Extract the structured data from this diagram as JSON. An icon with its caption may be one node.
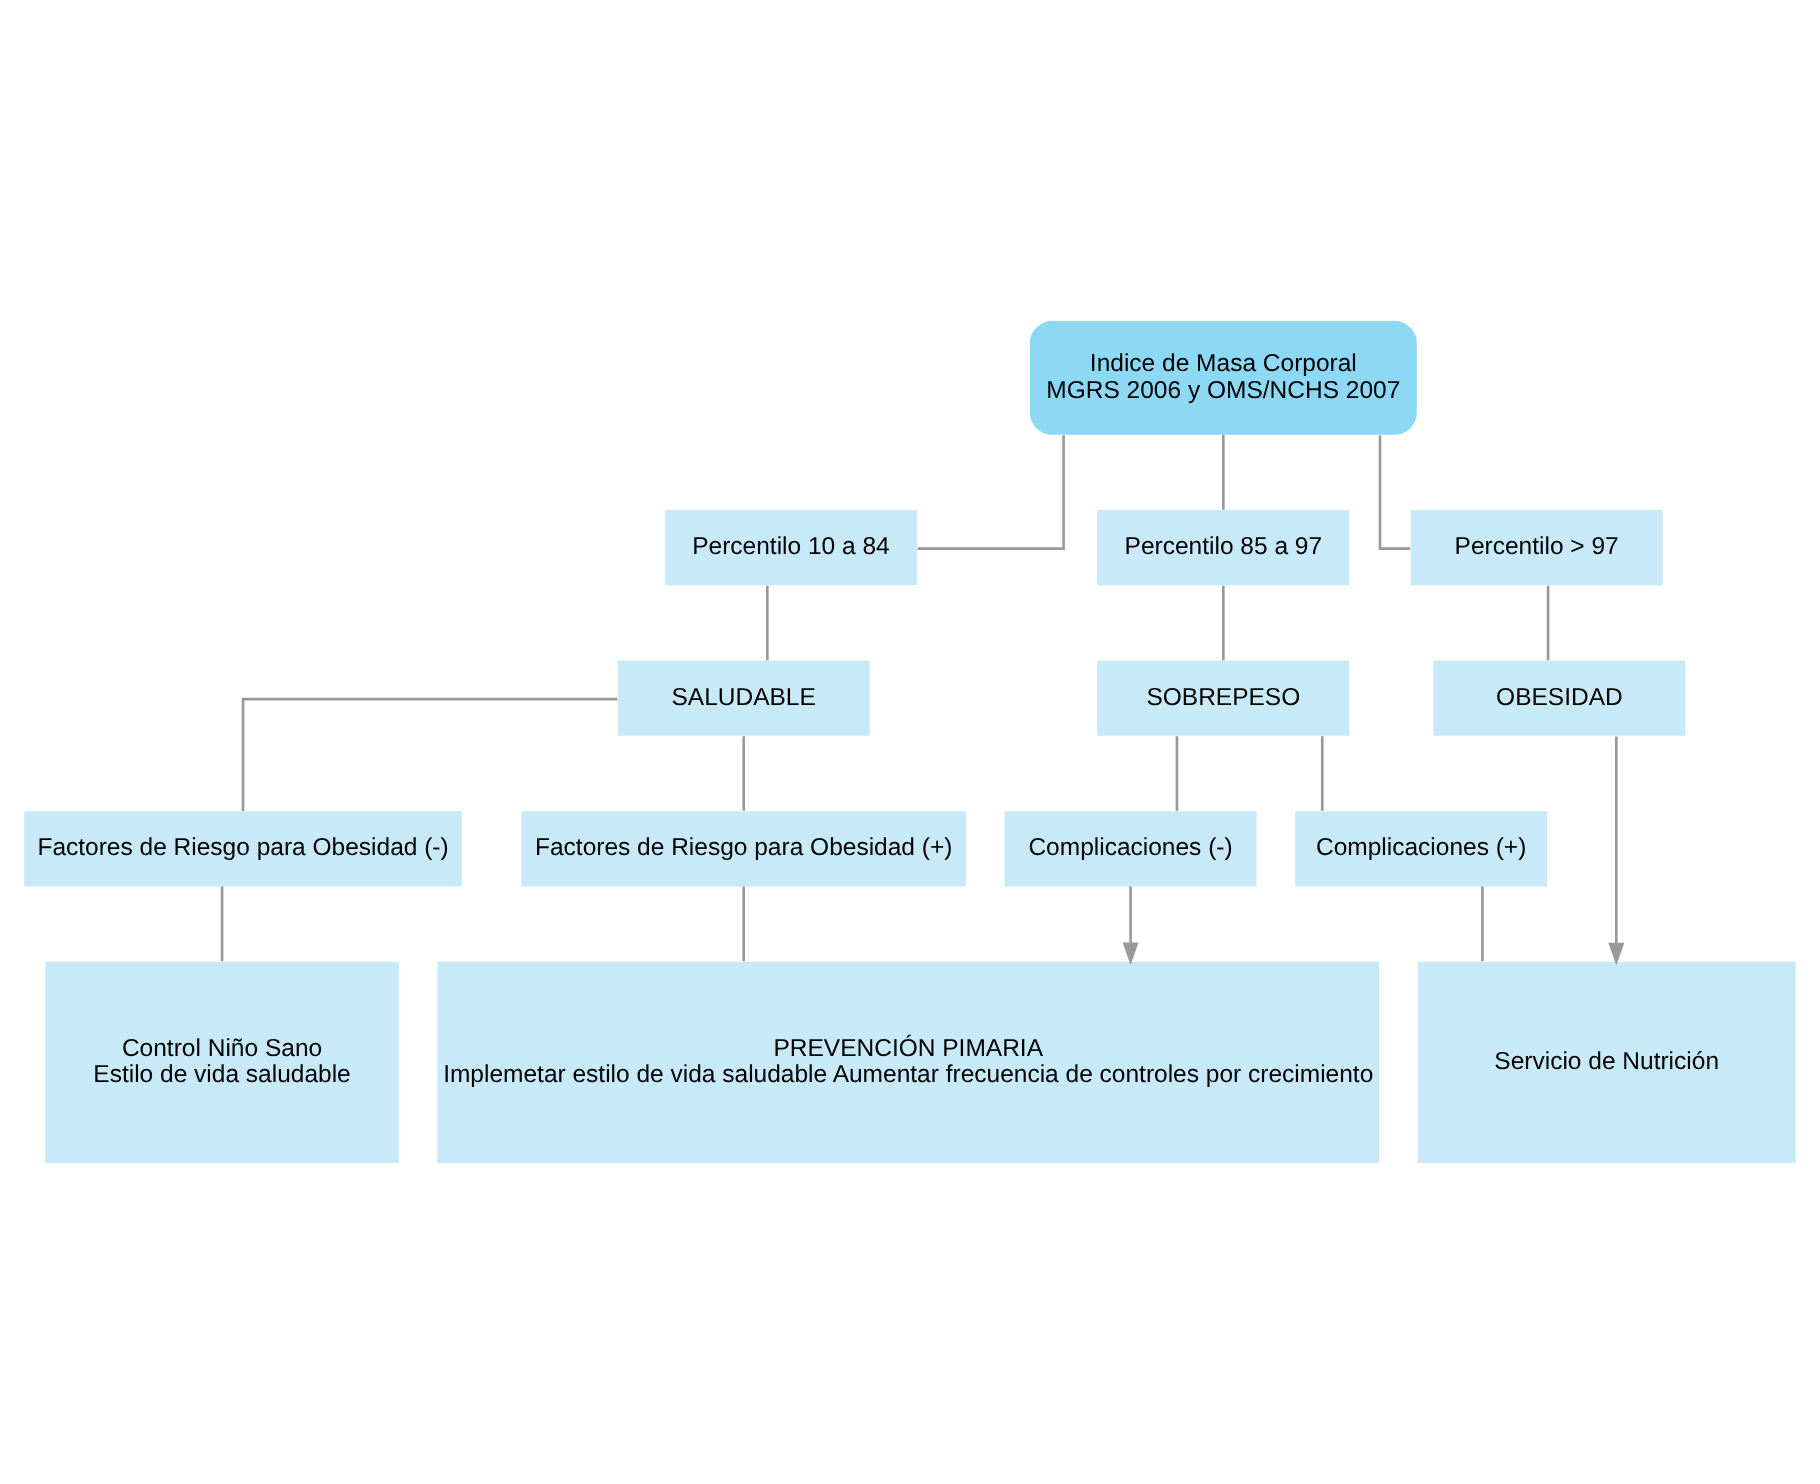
{
  "diagram": {
    "nodes": [
      {
        "text": [
          "Indice de Masa Corporal",
          "MGRS 2006 y OMS/NCHS 2007"
        ]
      },
      {
        "text": [
          "Percentilo 10 a 84"
        ]
      },
      {
        "text": [
          "Percentilo 85 a 97"
        ]
      },
      {
        "text": [
          "Percentilo > 97"
        ]
      },
      {
        "text": [
          "SALUDABLE"
        ]
      },
      {
        "text": [
          "SOBREPESO"
        ]
      },
      {
        "text": [
          "OBESIDAD"
        ]
      },
      {
        "text": [
          "Factores de Riesgo para Obesidad (-)"
        ]
      },
      {
        "text": [
          "Factores de Riesgo para Obesidad (+)"
        ]
      },
      {
        "text": [
          "Complicaciones (-)"
        ]
      },
      {
        "text": [
          "Complicaciones (+)"
        ]
      },
      {
        "text": [
          "Control Niño Sano",
          "Estilo de vida saludable"
        ]
      },
      {
        "text": [
          "PREVENCIÓN PIMARIA",
          "Implemetar estilo de vida saludable Aumentar frecuencia de controles por crecimiento"
        ]
      },
      {
        "text": [
          "Servicio de Nutrición"
        ]
      }
    ],
    "edges": [
      {
        "from": 0,
        "to": 1,
        "arrow": "none"
      },
      {
        "from": 0,
        "to": 2,
        "arrow": "none"
      },
      {
        "from": 0,
        "to": 3,
        "arrow": "none"
      },
      {
        "from": 1,
        "to": 4,
        "arrow": "none"
      },
      {
        "from": 2,
        "to": 5,
        "arrow": "none"
      },
      {
        "from": 3,
        "to": 6,
        "arrow": "none"
      },
      {
        "from": 4,
        "to": 7,
        "arrow": "none"
      },
      {
        "from": 4,
        "to": 8,
        "arrow": "none"
      },
      {
        "from": 5,
        "to": 9,
        "arrow": "none"
      },
      {
        "from": 5,
        "to": 10,
        "arrow": "none"
      },
      {
        "from": 7,
        "to": 11,
        "arrow": "none"
      },
      {
        "from": 8,
        "to": 12,
        "arrow": "none"
      },
      {
        "from": 9,
        "to": 12,
        "arrow": "to"
      },
      {
        "from": 10,
        "to": 13,
        "arrow": "none"
      },
      {
        "from": 6,
        "to": 13,
        "arrow": "to"
      }
    ]
  }
}
